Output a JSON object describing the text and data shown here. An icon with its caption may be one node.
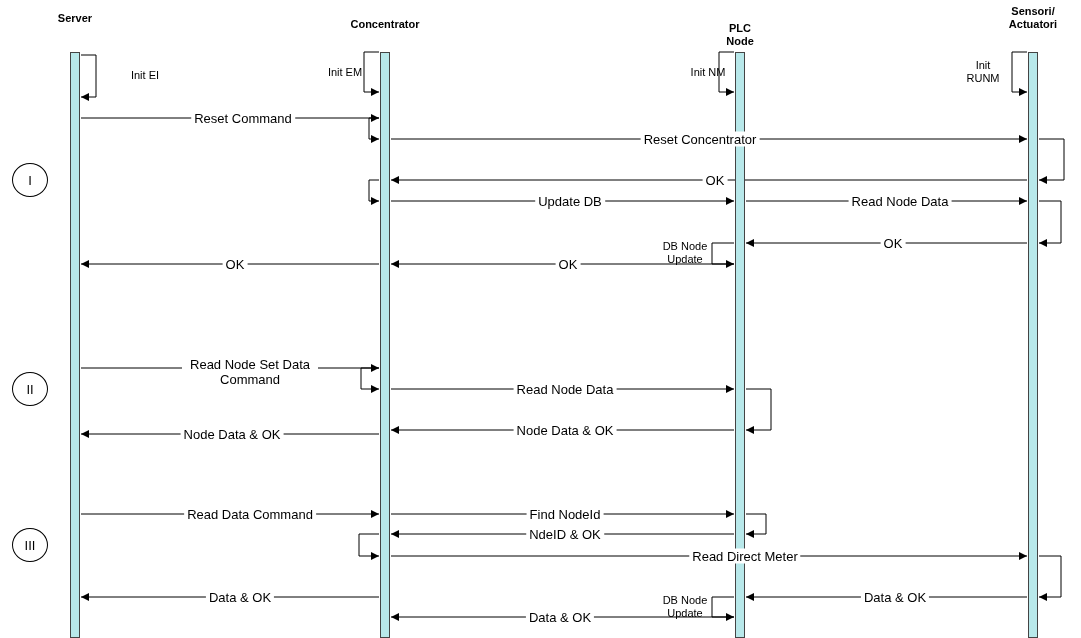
{
  "diagram": {
    "nodes": [
      {
        "text": [
          "Server"
        ]
      },
      {
        "text": [
          "Concentrator"
        ]
      },
      {
        "text": [
          "PLC Node"
        ]
      },
      {
        "text": [
          "Sensori/ Actuatori"
        ]
      },
      {
        "text": [
          "I"
        ]
      },
      {
        "text": [
          "II"
        ]
      },
      {
        "text": [
          "III"
        ]
      }
    ],
    "edges": [
      {
        "from": 0,
        "to": 0,
        "arrow": "to",
        "label": "Init EI"
      },
      {
        "from": 1,
        "to": 1,
        "arrow": "to",
        "label": "Init EM"
      },
      {
        "from": 2,
        "to": 2,
        "arrow": "to",
        "label": "Init NM"
      },
      {
        "from": 3,
        "to": 3,
        "arrow": "to",
        "label": "Init RUNM"
      },
      {
        "from": 0,
        "to": 1,
        "arrow": "to",
        "label": "Reset Command"
      },
      {
        "from": 1,
        "to": 1,
        "arrow": "to"
      },
      {
        "from": 1,
        "to": 3,
        "arrow": "to",
        "label": "Reset Concentrator"
      },
      {
        "from": 3,
        "to": 3,
        "arrow": "to"
      },
      {
        "from": 3,
        "to": 1,
        "arrow": "to",
        "label": "OK"
      },
      {
        "from": 1,
        "to": 1,
        "arrow": "to"
      },
      {
        "from": 1,
        "to": 2,
        "arrow": "to",
        "label": "Update DB"
      },
      {
        "from": 2,
        "to": 3,
        "arrow": "to",
        "label": "Read Node Data"
      },
      {
        "from": 3,
        "to": 3,
        "arrow": "to"
      },
      {
        "from": 3,
        "to": 2,
        "arrow": "to",
        "label": "OK"
      },
      {
        "from": 2,
        "to": 2,
        "arrow": "to",
        "label": "DB Node Update"
      },
      {
        "from": 2,
        "to": 1,
        "arrow": "to",
        "label": "OK"
      },
      {
        "from": 1,
        "to": 0,
        "arrow": "to",
        "label": "OK"
      },
      {
        "from": 0,
        "to": 1,
        "arrow": "to",
        "label": "Read Node Set Data Command"
      },
      {
        "from": 1,
        "to": 1,
        "arrow": "to"
      },
      {
        "from": 1,
        "to": 2,
        "arrow": "to",
        "label": "Read Node Data"
      },
      {
        "from": 2,
        "to": 2,
        "arrow": "to"
      },
      {
        "from": 2,
        "to": 1,
        "arrow": "to",
        "label": "Node Data & OK"
      },
      {
        "from": 1,
        "to": 0,
        "arrow": "to",
        "label": "Node Data & OK"
      },
      {
        "from": 0,
        "to": 1,
        "arrow": "to",
        "label": "Read Data Command"
      },
      {
        "from": 1,
        "to": 2,
        "arrow": "to",
        "label": "Find NodeId"
      },
      {
        "from": 2,
        "to": 2,
        "arrow": "to"
      },
      {
        "from": 2,
        "to": 1,
        "arrow": "to",
        "label": "NdeID & OK"
      },
      {
        "from": 1,
        "to": 1,
        "arrow": "to"
      },
      {
        "from": 1,
        "to": 3,
        "arrow": "to",
        "label": "Read Direct Meter"
      },
      {
        "from": 3,
        "to": 3,
        "arrow": "to"
      },
      {
        "from": 3,
        "to": 2,
        "arrow": "to",
        "label": "Data & OK"
      },
      {
        "from": 2,
        "to": 2,
        "arrow": "to",
        "label": "DB Node Update"
      },
      {
        "from": 1,
        "to": 0,
        "arrow": "to",
        "label": "Data & OK"
      },
      {
        "from": 2,
        "to": 1,
        "arrow": "to",
        "label": "Data & OK"
      }
    ]
  }
}
